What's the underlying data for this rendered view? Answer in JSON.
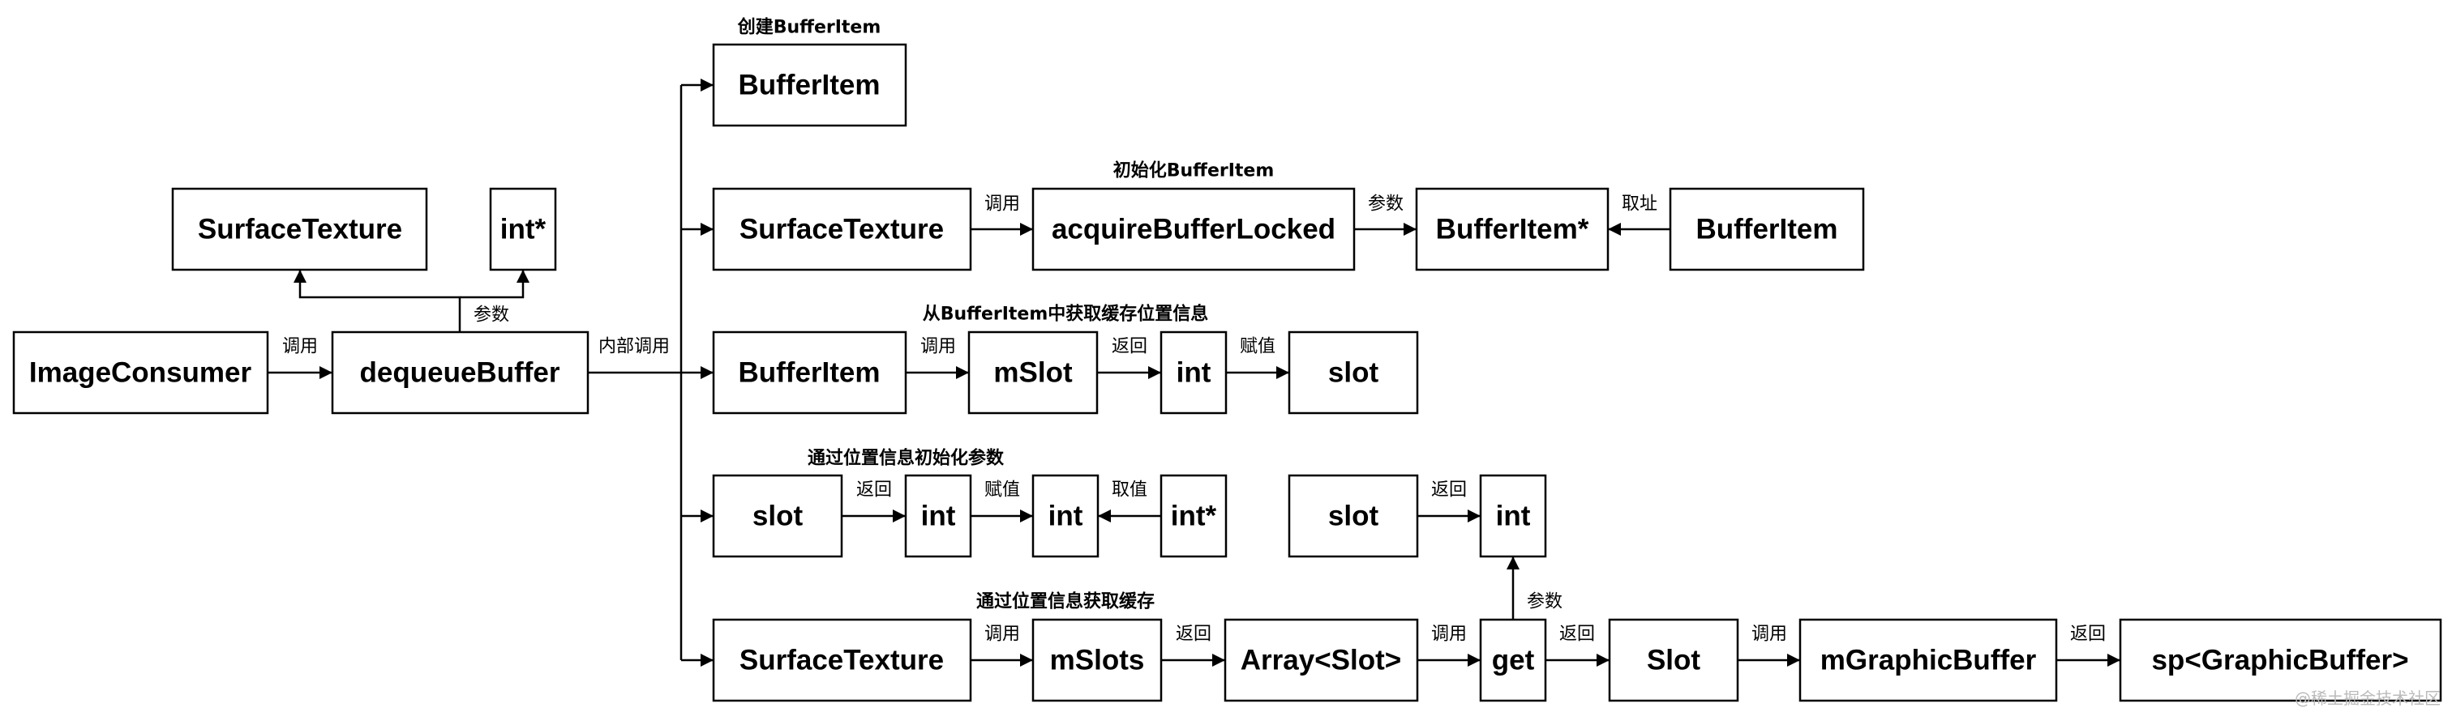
{
  "nodes": {
    "image_consumer": "ImageConsumer",
    "dequeue_buffer": "dequeueBuffer",
    "surface_texture_top": "SurfaceTexture",
    "int_ptr_top": "int*",
    "buffer_item_create": "BufferItem",
    "surface_texture_1": "SurfaceTexture",
    "acquire_buffer_locked": "acquireBufferLocked",
    "buffer_item_ptr": "BufferItem*",
    "buffer_item_src": "BufferItem",
    "buffer_item_2": "BufferItem",
    "mslot": "mSlot",
    "int_2": "int",
    "slot_2": "slot",
    "slot_3": "slot",
    "int_3a": "int",
    "int_3b": "int",
    "int_ptr_3": "int*",
    "slot_3b": "slot",
    "int_3c": "int",
    "surface_texture_4": "SurfaceTexture",
    "mslots": "mSlots",
    "array_slot": "Array<Slot>",
    "get": "get",
    "slot_cap": "Slot",
    "mgraphic_buffer": "mGraphicBuffer",
    "sp_graphic_buffer": "sp<GraphicBuffer>"
  },
  "edge_labels": {
    "call_1": "调用",
    "param_top": "参数",
    "internal_call": "内部调用",
    "call_row1": "调用",
    "param_row1": "参数",
    "fetch_addr": "取址",
    "call_row2": "调用",
    "return_row2": "返回",
    "assign_row2": "赋值",
    "return_row3": "返回",
    "assign_row3": "赋值",
    "fetch_value": "取值",
    "return_row3b": "返回",
    "param_get": "参数",
    "call_row4a": "调用",
    "return_row4a": "返回",
    "call_row4b": "调用",
    "return_row4b": "返回",
    "call_row4c": "调用",
    "return_row4c": "返回"
  },
  "group_labels": {
    "create_buffer_item": "创建BufferItem",
    "init_buffer_item": "初始化BufferItem",
    "get_slot_info": "从BufferItem中获取缓存位置信息",
    "init_params_by_slot": "通过位置信息初始化参数",
    "get_cache_by_slot": "通过位置信息获取缓存"
  },
  "watermark": "@稀土掘金技术社区"
}
